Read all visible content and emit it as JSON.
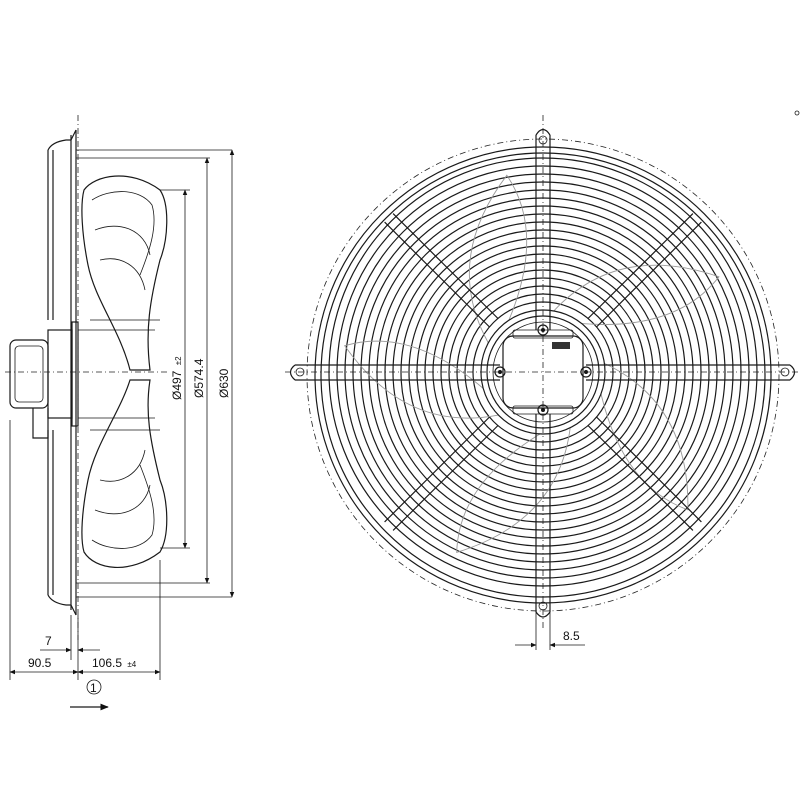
{
  "dimensions": {
    "d497": "Ø497",
    "d497_tol": "±2",
    "d574": "Ø574.4",
    "d630": "Ø630",
    "w7": "7",
    "w90": "90.5",
    "w106": "106.5",
    "w106_tol": "±4",
    "w85": "8.5"
  },
  "callout": {
    "number": "1"
  },
  "colors": {
    "line": "#1a1a1a",
    "hidden": "#9a9a9a",
    "background": "#ffffff"
  }
}
